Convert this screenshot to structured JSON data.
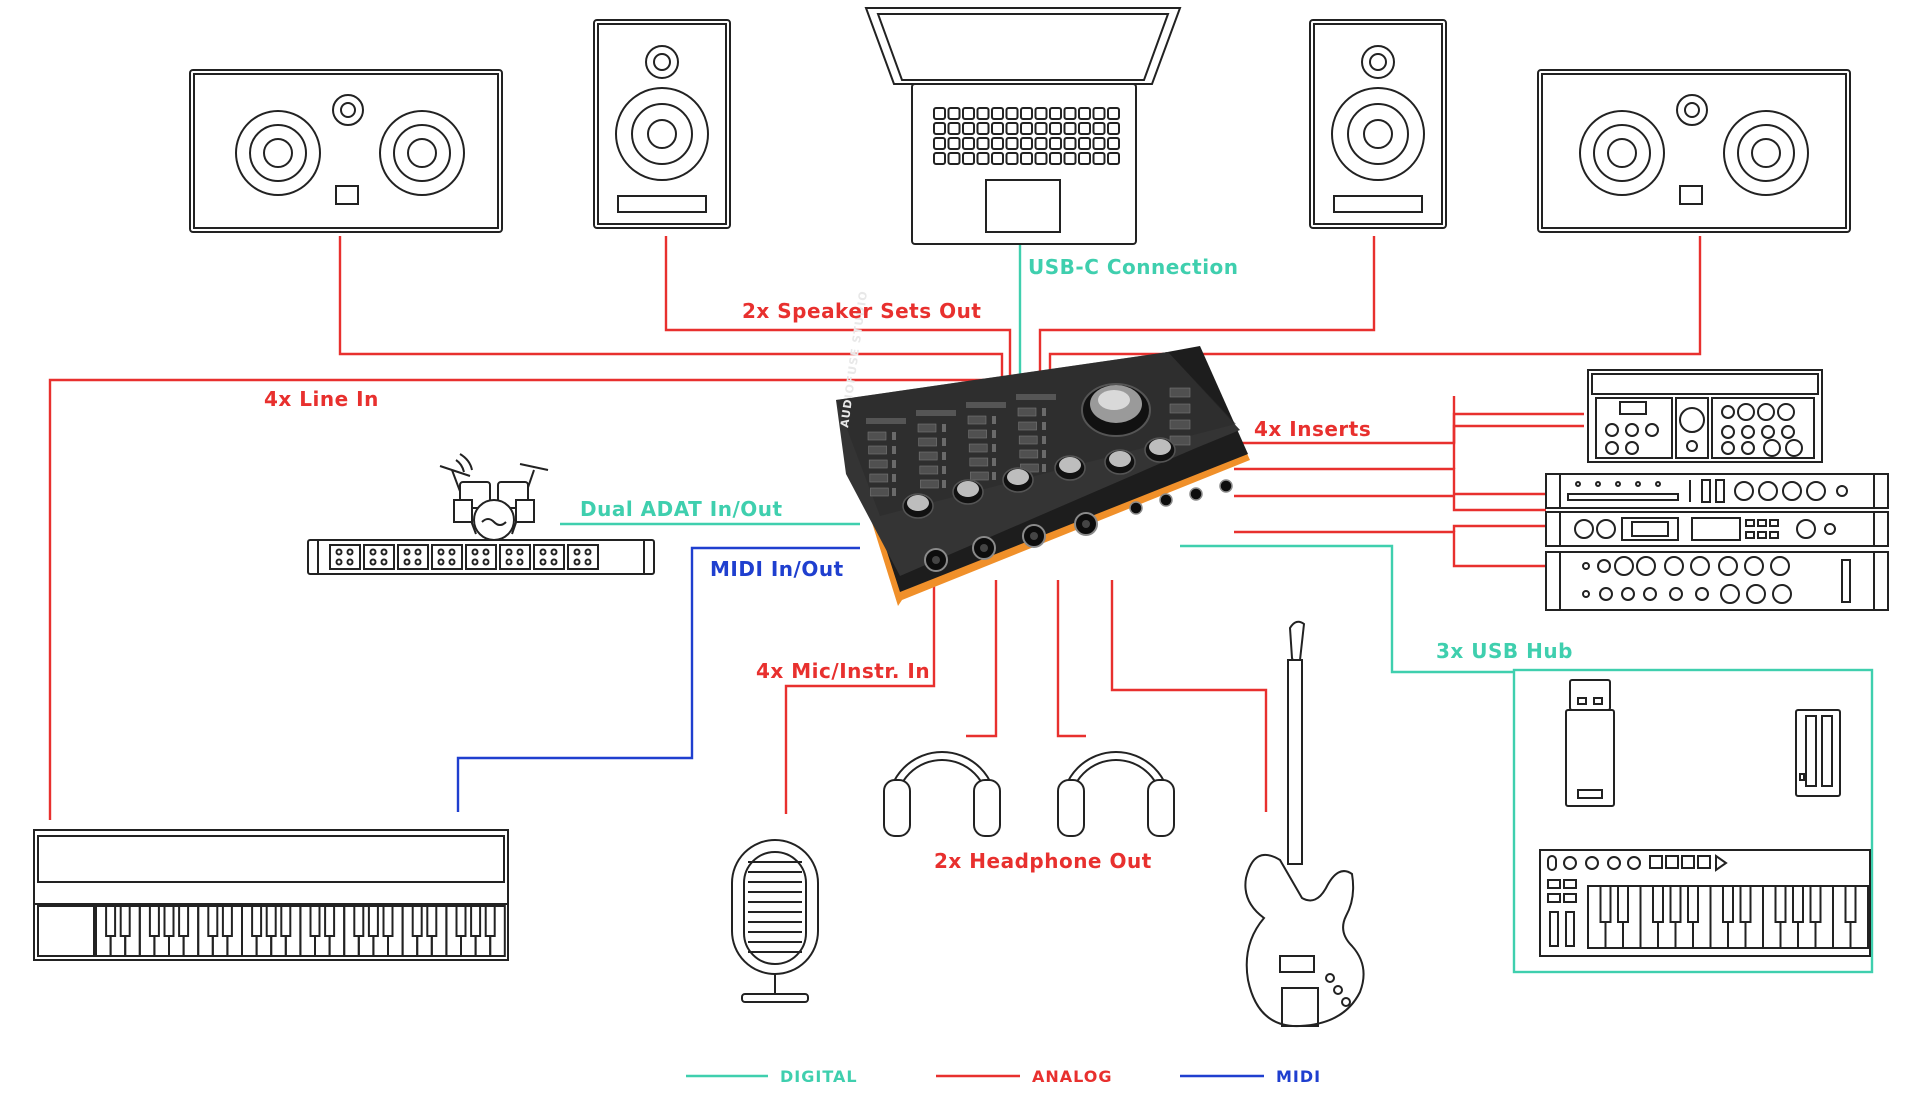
{
  "labels": {
    "speaker_sets_out": "2x Speaker Sets Out",
    "usb_c_connection": "USB-C Connection",
    "line_in": "4x Line In",
    "inserts": "4x Inserts",
    "adat": "Dual ADAT In/Out",
    "midi": "MIDI In/Out",
    "usb_hub": "3x USB Hub",
    "mic_instr_in": "4x Mic/Instr. In",
    "headphone_out": "2x Headphone Out"
  },
  "device": {
    "brand": "AUDIOFUSE STUDIO"
  },
  "legend": {
    "digital": "DIGITAL",
    "analog": "ANALOG",
    "midi": "MIDI"
  },
  "colors": {
    "analog": "#e8302e",
    "digital": "#3fcfae",
    "midi": "#1f3fcf",
    "device_body": "#2a2a2a",
    "device_accent": "#f0902a"
  },
  "icons": [
    "center-speaker-icon",
    "studio-monitor-icon",
    "laptop-icon",
    "drum-kit-icon",
    "adat-preamp-icon",
    "keyboard-icon",
    "microphone-icon",
    "headphones-icon",
    "bass-guitar-icon",
    "rack-unit-icon",
    "usb-stick-icon",
    "usb-drive-icon",
    "midi-controller-icon"
  ]
}
